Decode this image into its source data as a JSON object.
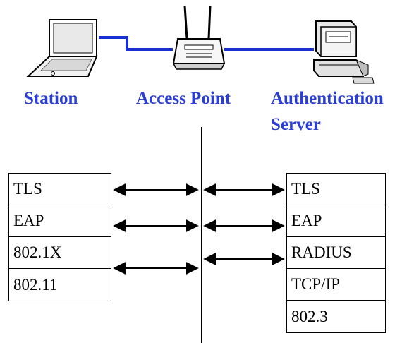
{
  "nodes": {
    "station": {
      "label": "Station"
    },
    "access_point": {
      "label": "Access Point"
    },
    "auth_server": {
      "label_line1": "Authentication",
      "label_line2": "Server"
    }
  },
  "stacks": {
    "station": [
      "TLS",
      "EAP",
      "802.1X",
      "802.11"
    ],
    "server": [
      "TLS",
      "EAP",
      "RADIUS",
      "TCP/IP",
      "802.3"
    ]
  },
  "colors": {
    "label": "#2b3fd6",
    "link": "#1a2fd0"
  },
  "icons": {
    "station": "laptop-icon",
    "access_point": "wireless-access-point-icon",
    "auth_server": "server-computer-icon"
  }
}
